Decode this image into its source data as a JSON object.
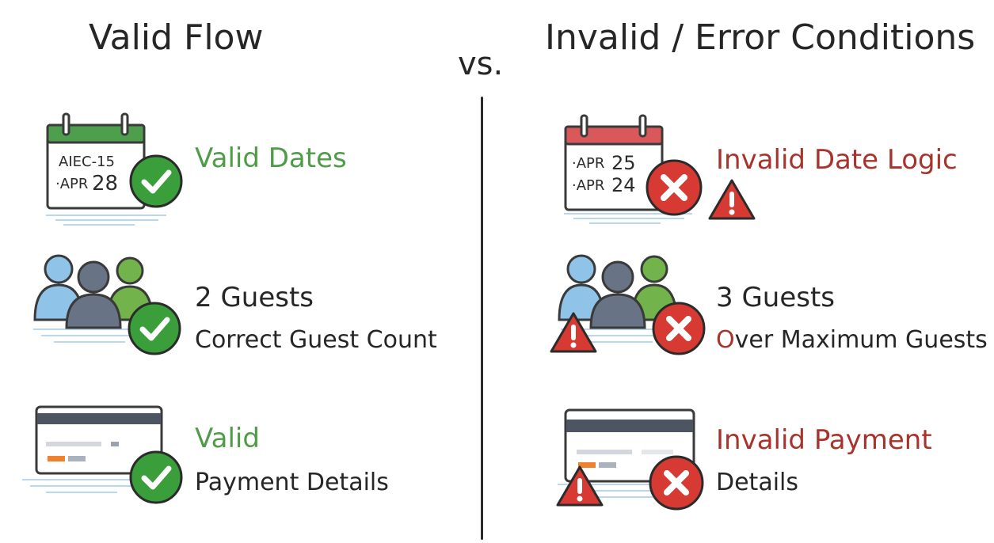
{
  "valid": {
    "heading": "Valid Flow",
    "dates": {
      "calendar_line1": "AIEC-15",
      "calendar_line2_prefix": "·APR",
      "calendar_line2_day": "28",
      "label": "Valid Dates"
    },
    "guests": {
      "count": "2 Guests",
      "status": "Correct Guest Count"
    },
    "payment": {
      "line1": "Valid",
      "line2": "Payment Details"
    }
  },
  "vs": "vs.",
  "invalid": {
    "heading": "Invalid / Error Conditions",
    "dates": {
      "calendar_line1_prefix": "·APR",
      "calendar_line1_day": "25",
      "calendar_line2_prefix": "·APR",
      "calendar_line2_day": "24",
      "label": "Invalid Date Logic"
    },
    "guests": {
      "count": "3 Guests",
      "status_first": "O",
      "status_rest": "ver Maximum Guests"
    },
    "payment": {
      "line1": "Invalid Payment",
      "line2": "Details"
    }
  },
  "icons": {
    "valid_dates": "calendar-icon",
    "valid_check": "check-circle-icon",
    "guests": "people-group-icon",
    "card": "credit-card-icon",
    "error_x": "x-circle-icon",
    "warning": "warning-triangle-icon"
  },
  "colors": {
    "valid_green": "#4f9c48",
    "error_red": "#a8322c",
    "check_green": "#3a9e3a",
    "x_red": "#d63a33",
    "calendar_green": "#4e9f4d",
    "calendar_red": "#d9585a"
  }
}
